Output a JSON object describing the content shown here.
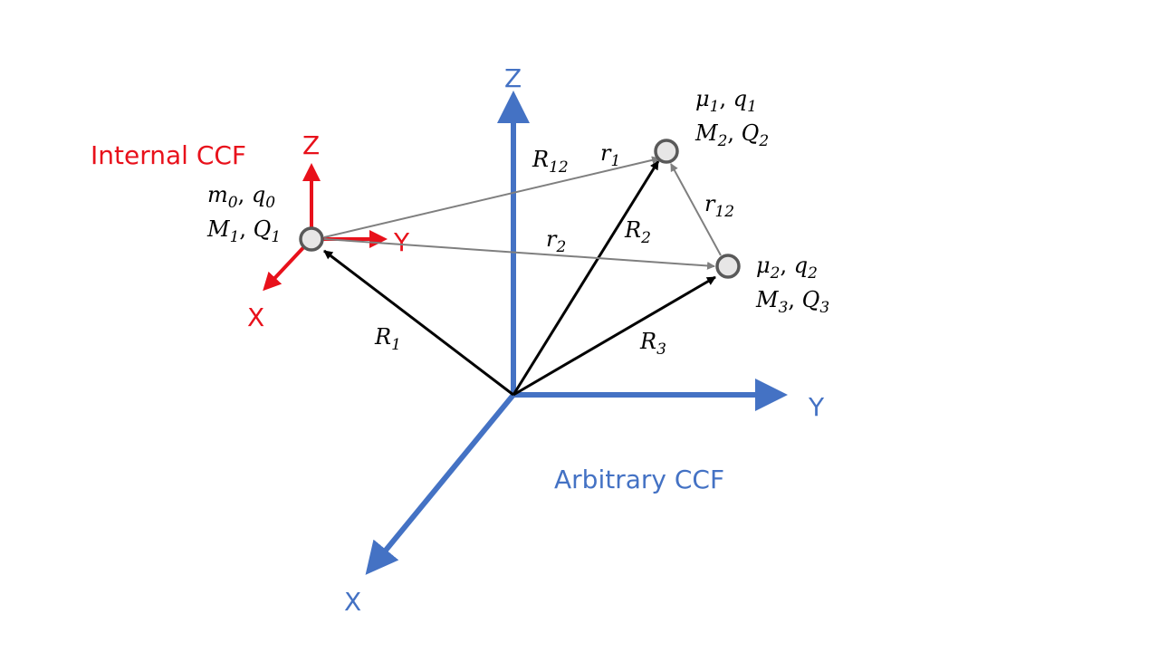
{
  "frames": {
    "internal": {
      "title": "Internal CCF",
      "x": "X",
      "y": "Y",
      "z": "Z",
      "color": "#E8111B"
    },
    "arbitrary": {
      "title": "Arbitrary CCF",
      "x": "X",
      "y": "Y",
      "z": "Z",
      "color": "#4472C4"
    }
  },
  "bodies": {
    "body0": {
      "line1": {
        "a": "m",
        "a_sub": "0",
        "b": "q",
        "b_sub": "0"
      },
      "line2": {
        "a": "M",
        "a_sub": "1",
        "b": "Q",
        "b_sub": "1"
      }
    },
    "body1": {
      "line1": {
        "a": "μ",
        "a_sub": "1",
        "b": "q",
        "b_sub": "1"
      },
      "line2": {
        "a": "M",
        "a_sub": "2",
        "b": "Q",
        "b_sub": "2"
      }
    },
    "body2": {
      "line1": {
        "a": "μ",
        "a_sub": "2",
        "b": "q",
        "b_sub": "2"
      },
      "line2": {
        "a": "M",
        "a_sub": "3",
        "b": "Q",
        "b_sub": "3"
      }
    }
  },
  "vectors": {
    "R1": {
      "sym": "R",
      "sub": "1"
    },
    "R2": {
      "sym": "R",
      "sub": "2"
    },
    "R3": {
      "sym": "R",
      "sub": "3"
    },
    "R12": {
      "sym": "R",
      "sub": "12"
    },
    "r1": {
      "sym": "r",
      "sub": "1"
    },
    "r2": {
      "sym": "r",
      "sub": "2"
    },
    "r12": {
      "sym": "r",
      "sub": "12"
    }
  },
  "colors": {
    "node_fill": "#E7E6E6",
    "node_stroke": "#595959",
    "gray_arrow": "#7F7F7F"
  }
}
